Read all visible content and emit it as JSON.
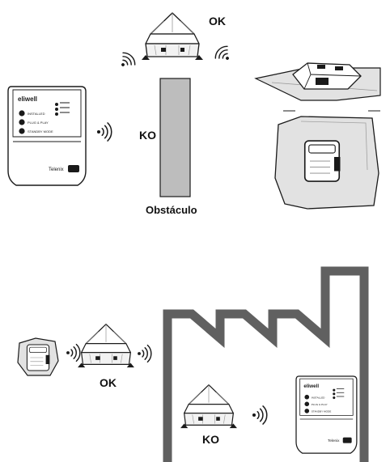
{
  "labels": {
    "ok_top": "OK",
    "ko_top": "KO",
    "obstacle": "Obstáculo",
    "ok_bottom": "OK",
    "ko_bottom": "KO"
  },
  "controller": {
    "brand": "eliwell",
    "buttons": [
      "INSTALLED",
      "PLUG & PLAY",
      "STANDBY MODE"
    ],
    "footer": "Telenix"
  },
  "colors": {
    "obstacle_fill": "#bdbdbd",
    "factory_wall": "#606060",
    "line": "#1a1a1a",
    "device_fill": "#ffffff",
    "ground_fill": "#e2e2e2"
  }
}
